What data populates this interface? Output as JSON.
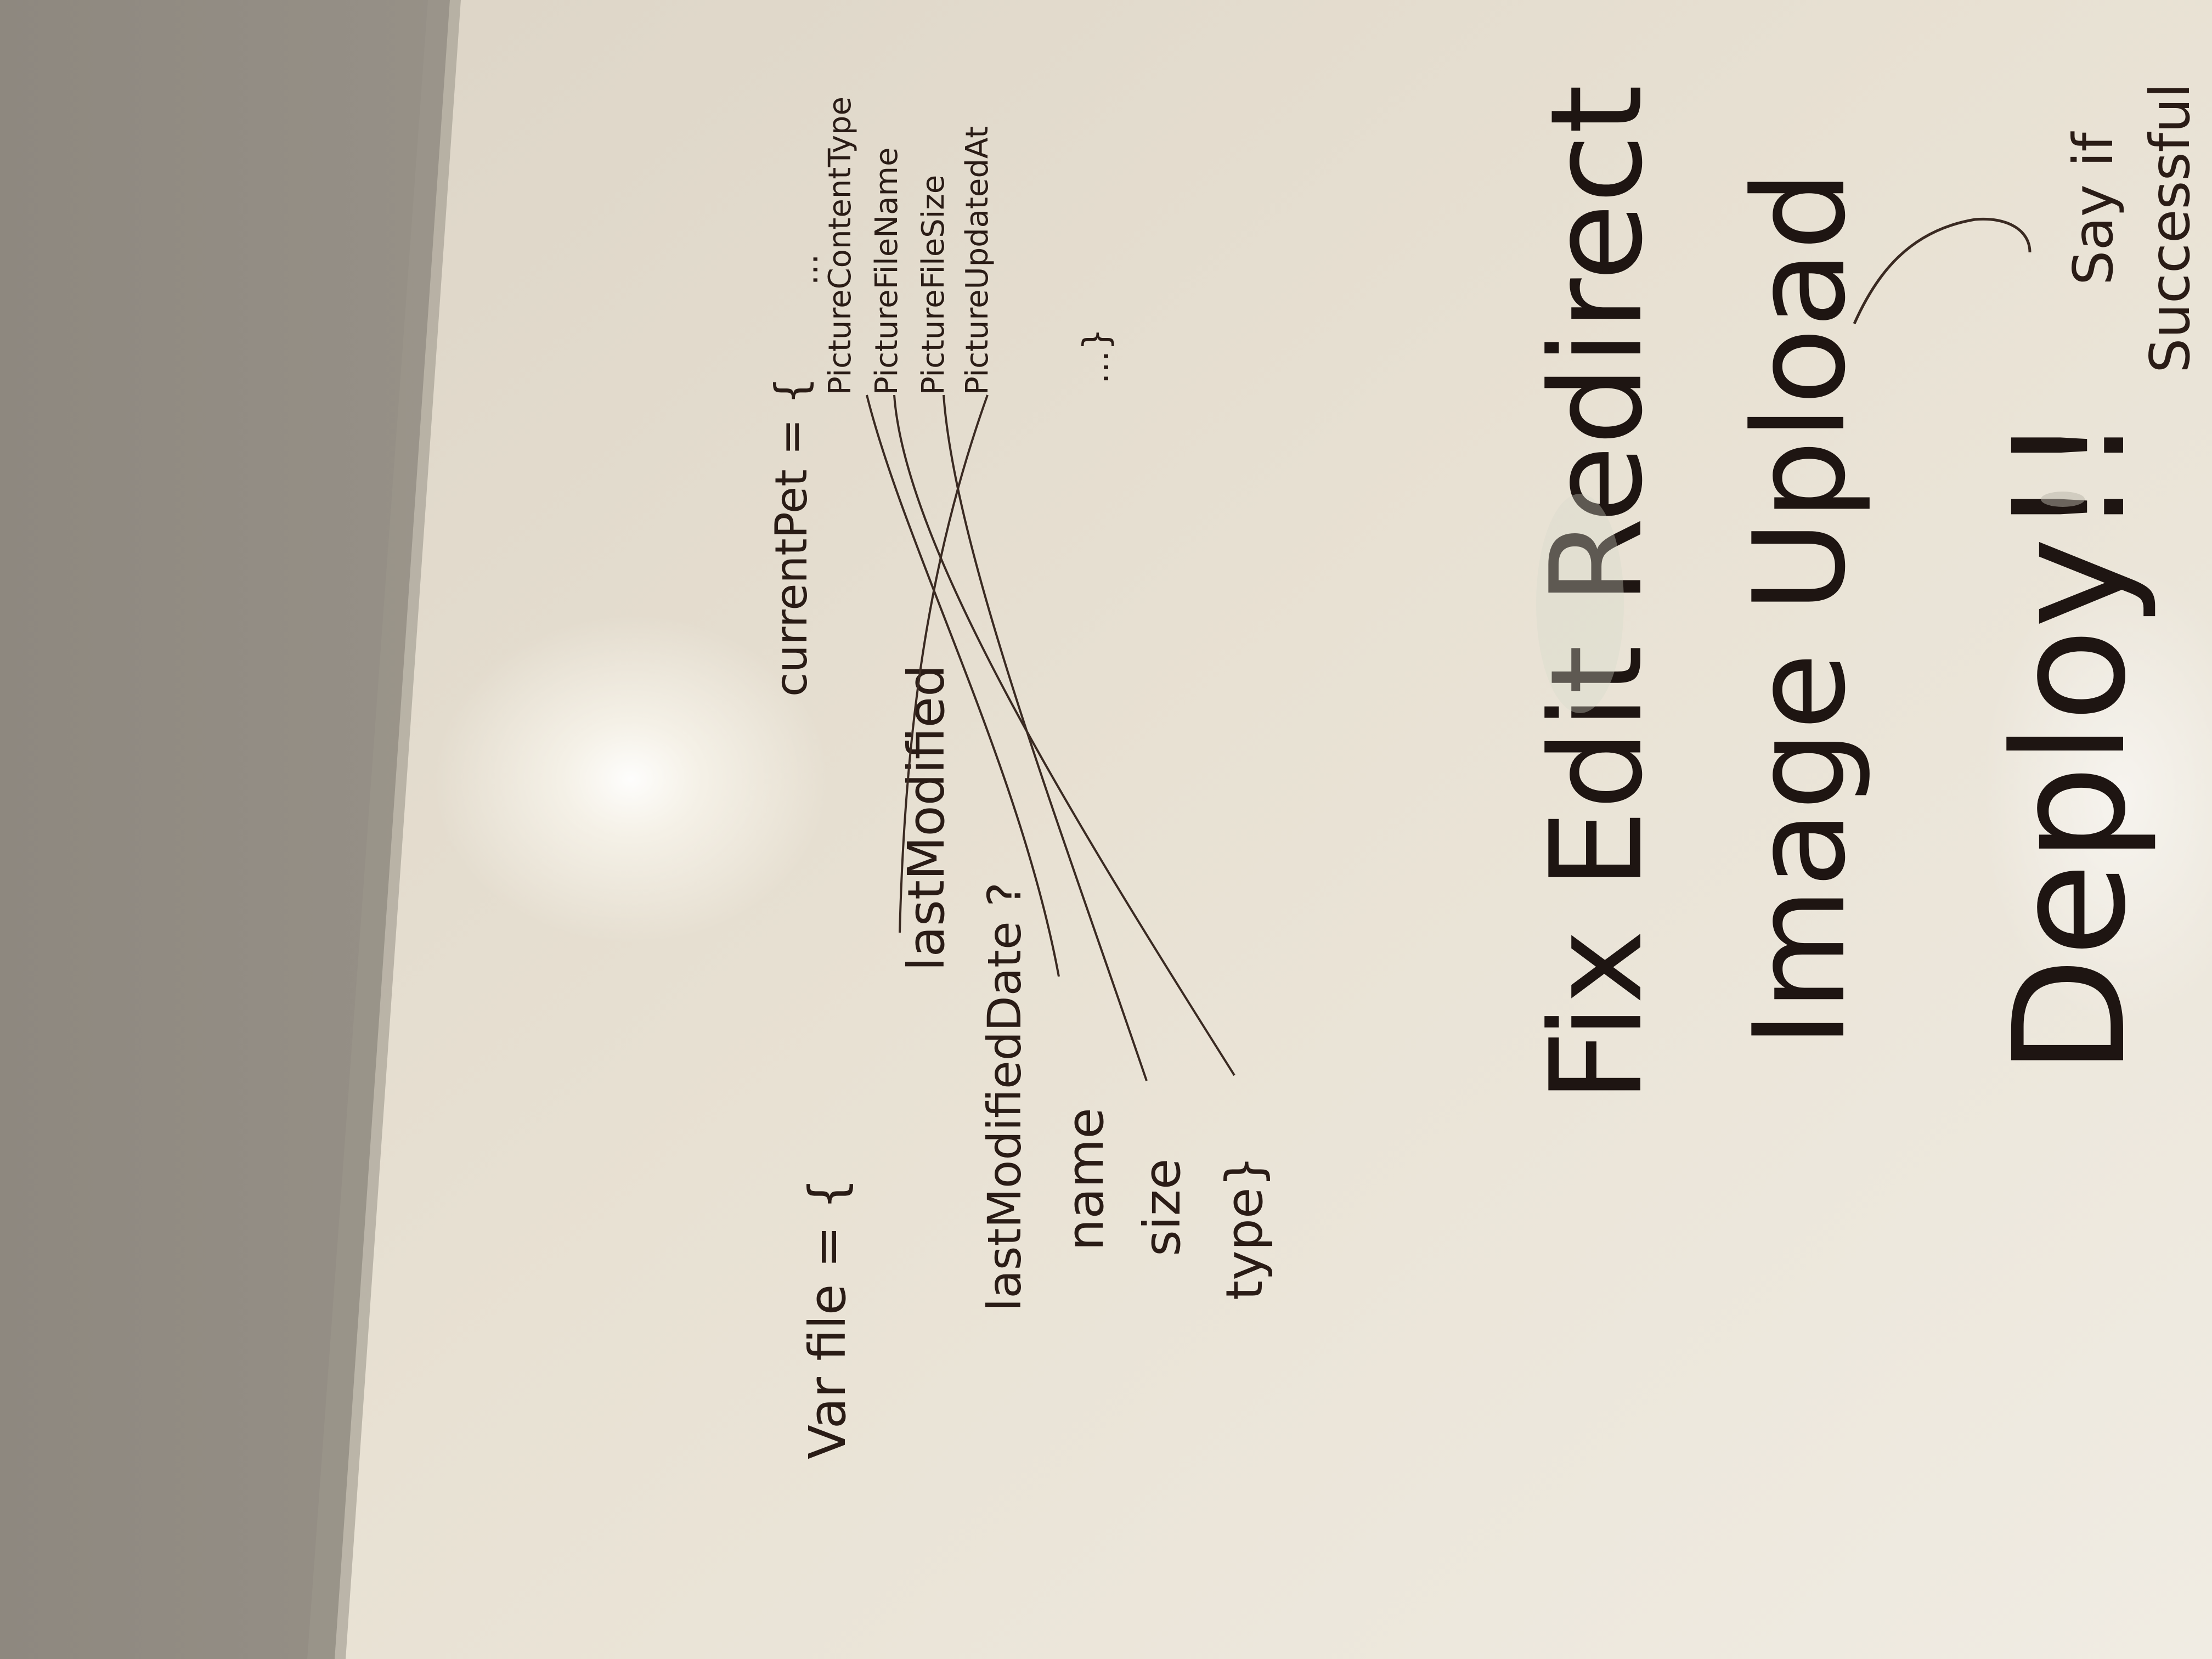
{
  "whiteboard": {
    "file_object": {
      "declaration": "Var file = {",
      "properties": [
        "lastModified",
        "lastModifiedDate ?",
        "name",
        "size",
        "type}"
      ]
    },
    "current_pet": {
      "declaration": "currentPet = {",
      "ellipsis_top": "...",
      "properties": [
        "PictureContentType",
        "PictureFileName",
        "PictureFileSize",
        "PictureUpdatedAt"
      ],
      "ellipsis_bottom": "...}"
    },
    "todo": {
      "line1": "Fix Edit Redirect",
      "line2": "Image Upload",
      "line3": "Deploy!!",
      "aside": "Say if",
      "aside2": "Successful"
    }
  },
  "colors": {
    "board": "#e9e2d6",
    "ink": "#2a1c16",
    "wall": "#b9b2a6"
  }
}
